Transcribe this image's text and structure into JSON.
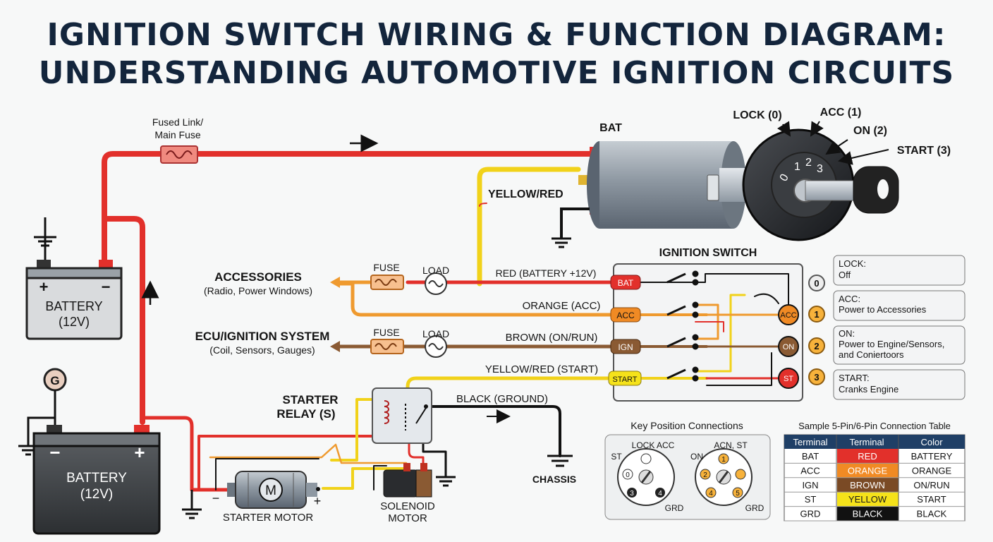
{
  "title": {
    "line1": "IGNITION SWITCH WIRING & FUNCTION DIAGRAM:",
    "line2": "UNDERSTANDING AUTOMOTIVE IGNITION CIRCUITS"
  },
  "colors": {
    "red": "#e2302b",
    "yellow": "#f1d21a",
    "orange": "#ef9a2f",
    "brown": "#8a5a33",
    "black": "#1a1a1a",
    "navy": "#13253c"
  },
  "labels": {
    "fused_link_1": "Fused Link/",
    "fused_link_2": "Main Fuse",
    "bat_terminal": "BAT",
    "pos_lock": "LOCK (0)",
    "pos_acc": "ACC (1)",
    "pos_on": "ON (2)",
    "pos_start": "START (3)",
    "yellow_red": "YELLOW/RED",
    "battery_top_1": "BATTERY",
    "battery_top_2": "(12V)",
    "battery_main_1": "BATTERY",
    "battery_main_2": "(12V)",
    "gauge": "G",
    "accessories": "ACCESSORIES",
    "accessories_sub": "(Radio, Power Windows)",
    "ecu": "ECU/IGNITION SYSTEM",
    "ecu_sub": "(Coil, Sensors, Gauges)",
    "fuse_1": "FUSE",
    "load_1": "LOAD",
    "fuse_2": "FUSE",
    "load_2": "LOAD",
    "wire_red": "RED (BATTERY +12V)",
    "wire_orange": "ORANGE (ACC)",
    "wire_brown": "BROWN (ON/RUN)",
    "wire_yellow_start": "YELLOW/RED (START)",
    "wire_black": "BLACK (GROUND)",
    "ignition_switch": "IGNITION SWITCH",
    "starter_relay_1": "STARTER",
    "starter_relay_2": "RELAY (S)",
    "chassis": "CHASSIS",
    "starter_motor": "STARTER MOTOR",
    "motor_letter": "M",
    "solenoid_1": "SOLENOID",
    "solenoid_2": "MOTOR",
    "minus": "−",
    "plus": "+"
  },
  "switch_terminals": {
    "bat": "BAT",
    "acc": "ACC",
    "ign": "IGN",
    "start": "START"
  },
  "output_nodes": {
    "acc": "ACC",
    "on": "ON",
    "st": "ST"
  },
  "positions": [
    {
      "num": "0",
      "title": "LOCK:",
      "desc1": "Off",
      "desc2": ""
    },
    {
      "num": "1",
      "title": "ACC:",
      "desc1": "Power to Accessories",
      "desc2": ""
    },
    {
      "num": "2",
      "title": "ON:",
      "desc1": "Power to Engine/Sensors,",
      "desc2": "and Coniertoors"
    },
    {
      "num": "3",
      "title": "START:",
      "desc1": "Cranks Engine",
      "desc2": ""
    }
  ],
  "key_connections": {
    "title": "Key Position Connections",
    "left_top": "LOCK ACC",
    "left_side": "ST",
    "left_bottom": "GRD",
    "right_top": "ACN, ST",
    "right_side": "ON",
    "right_bottom": "GRD",
    "left_pins": [
      "0",
      "3",
      "4"
    ],
    "right_pins": [
      "1",
      "2",
      "4",
      "5"
    ]
  },
  "connection_table": {
    "title": "Sample 5-Pin/6-Pin Connection Table",
    "headers": [
      "Terminal",
      "Terminal",
      "Color"
    ],
    "rows": [
      {
        "terminal": "BAT",
        "color_name": "RED",
        "function": "BATTERY",
        "swatch": "#e2302b",
        "text": "#ffffff"
      },
      {
        "terminal": "ACC",
        "color_name": "ORANGE",
        "function": "ORANGE",
        "swatch": "#f08a24",
        "text": "#ffffff"
      },
      {
        "terminal": "IGN",
        "color_name": "BROWN",
        "function": "ON/RUN",
        "swatch": "#7a4a25",
        "text": "#ffffff"
      },
      {
        "terminal": "ST",
        "color_name": "YELLOW",
        "function": "START",
        "swatch": "#f5e21a",
        "text": "#1a1a1a"
      },
      {
        "terminal": "GRD",
        "color_name": "BLACK",
        "function": "BLACK",
        "swatch": "#111111",
        "text": "#ffffff"
      }
    ]
  }
}
